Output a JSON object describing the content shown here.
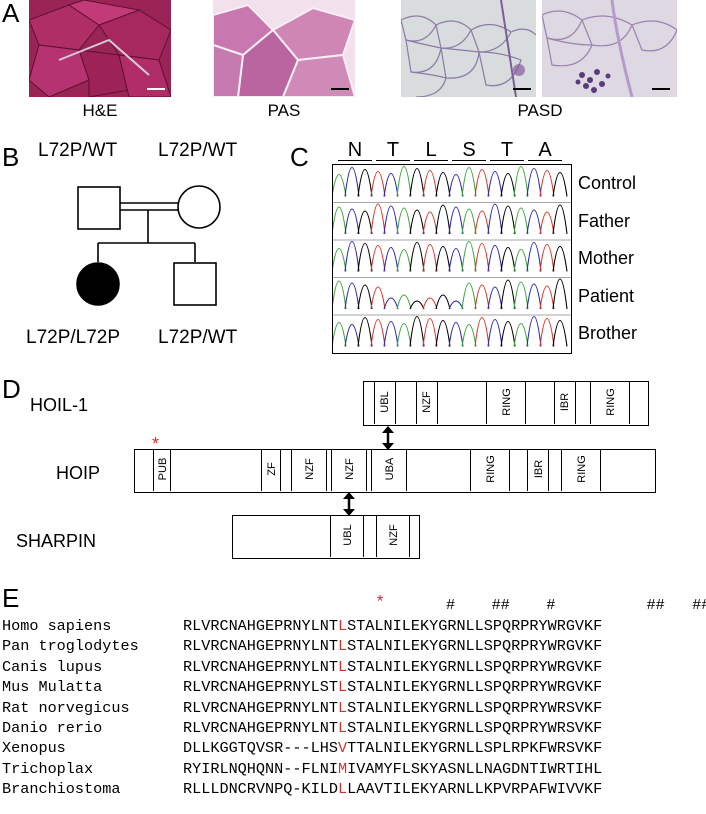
{
  "panel_a": {
    "label": "A",
    "captions": [
      "H&E",
      "PAS",
      "PASD"
    ]
  },
  "panel_b": {
    "label": "B",
    "father_genotype": "L72P/WT",
    "mother_genotype": "L72P/WT",
    "patient_genotype": "L72P/L72P",
    "brother_genotype": "L72P/WT"
  },
  "panel_c": {
    "label": "C",
    "codons": [
      "N",
      "T",
      "L",
      "S",
      "T",
      "A"
    ],
    "samples": [
      "Control",
      "Father",
      "Mother",
      "Patient",
      "Brother"
    ]
  },
  "panel_d": {
    "label": "D",
    "proteins": [
      {
        "name": "HOIL-1",
        "domains": [
          "UBL",
          "NZF",
          "RING",
          "IBR",
          "RING"
        ]
      },
      {
        "name": "HOIP",
        "domains": [
          "PUB",
          "ZF",
          "NZF",
          "NZF",
          "UBA",
          "RING",
          "IBR",
          "RING"
        ]
      },
      {
        "name": "SHARPIN",
        "domains": [
          "UBL",
          "NZF"
        ]
      }
    ],
    "mutation_marker": "*"
  },
  "panel_e": {
    "label": "E",
    "star": "*",
    "hash_marks": "#    ##    #          ##   ###",
    "species": [
      {
        "name": "Homo sapiens",
        "pre": "RLVRCNAHGEPRNYLNT",
        "mid": "L",
        "post": "STALNILEKYGRNLLSPQRPRYWRGVKF"
      },
      {
        "name": "Pan troglodytes",
        "pre": "RLVRCNAHGEPRNYLNT",
        "mid": "L",
        "post": "STALNILEKYGRNLLSPQRPRYWRGVKF"
      },
      {
        "name": "Canis lupus",
        "pre": "RLVRCNAHGEPRNYLNT",
        "mid": "L",
        "post": "STALNILEKYGRNLLSPQRPRYWRGVKF"
      },
      {
        "name": "Mus Mulatta",
        "pre": "RLVRCNAHGEPRNYLST",
        "mid": "L",
        "post": "STALNILEKYGRNLLSPQRPRYWRGVKF"
      },
      {
        "name": "Rat norvegicus",
        "pre": "RLVRCNAHGEPRNYLNT",
        "mid": "L",
        "post": "STALNILEKYGRNLLSPQRPRYWRSVKF"
      },
      {
        "name": "Danio rerio",
        "pre": "RLVRCNAHGEPRNYLNT",
        "mid": "L",
        "post": "STALNILEKYGRNLLSPQRPRYWRSVKF"
      },
      {
        "name": "Xenopus",
        "pre": "DLLKGGTQVSR---LHS",
        "mid": "V",
        "post": "TTALNILEKYGRNLLSPLRPKFWRSVKF"
      },
      {
        "name": "Trichoplax",
        "pre": "RYIRLNQHQNN--FLNI",
        "mid": "M",
        "post": "IVAMYFLSKYASNLLNAGDNTIWRTIHL"
      },
      {
        "name": "Branchiostoma",
        "pre": "RLLLDNCRVNPQ-KILD",
        "mid": "L",
        "post": "LAAVTILEKYARNLLKPVRPAFWIVVKF"
      }
    ]
  },
  "colors": {
    "mutation": "#d0342c",
    "he_tissue": "#a8245a",
    "pas_tissue": "#c36fa6"
  }
}
